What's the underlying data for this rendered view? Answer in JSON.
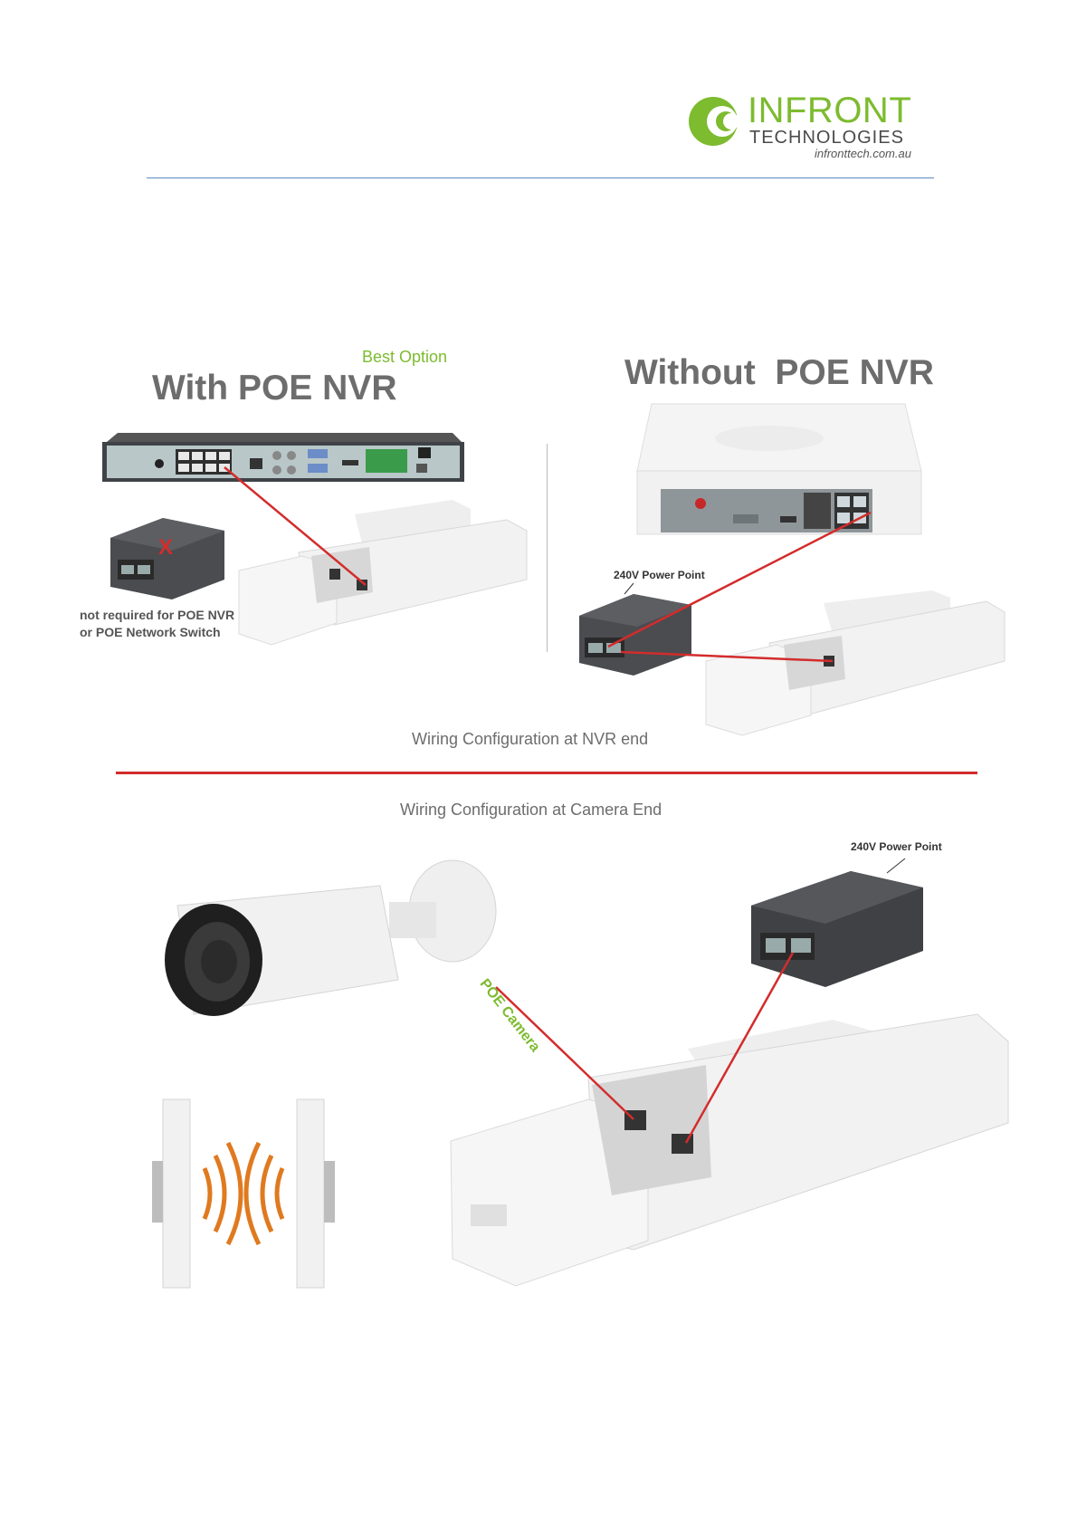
{
  "header": {
    "logo_name": "INFRONT",
    "logo_subtitle": "TECHNOLOGIES",
    "logo_url": "infronttech.com.au"
  },
  "nvr_section": {
    "with_label": "Best Option",
    "with_heading": "With POE NVR",
    "without_heading": "Without  POE NVR",
    "note_line1": "not required for POE NVR",
    "note_line2": "or POE Network Switch",
    "power_point": "240V Power Point",
    "caption": "Wiring Configuration at NVR end"
  },
  "camera_section": {
    "caption": "Wiring Configuration at Camera End",
    "power_point": "240V Power Point",
    "camera_label": "POE Camera"
  },
  "colors": {
    "brand_green": "#7dbb2f",
    "wire_red": "#d32c2c",
    "heading_gray": "#6d6d6d"
  }
}
